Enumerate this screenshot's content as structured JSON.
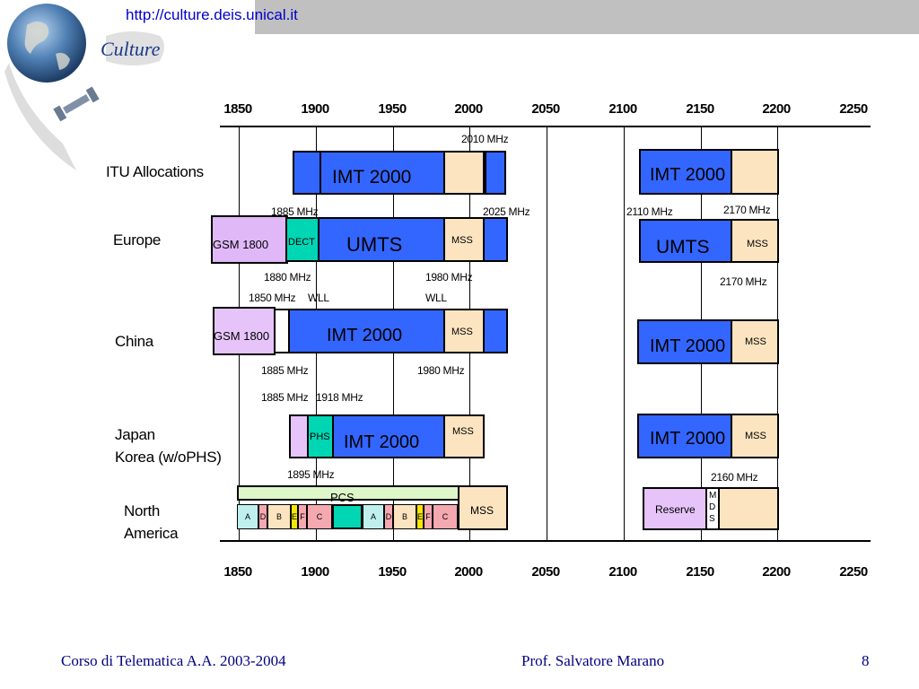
{
  "header": {
    "url": "http://culture.deis.unical.it",
    "logo_text": "Culture"
  },
  "footer": {
    "course": "Corso di Telematica A.A. 2003-2004",
    "professor": "Prof. Salvatore Marano",
    "page_number": "8"
  },
  "axis": {
    "ticks": [
      "1850",
      "1900",
      "1950",
      "2000",
      "2050",
      "2100",
      "2150",
      "2200",
      "2250"
    ]
  },
  "rows": {
    "itu": {
      "label": "ITU Allocations",
      "imt_left": "IMT 2000",
      "imt_right": "IMT 2000",
      "freq_2010": "2010 MHz",
      "freq_1885": "1885 MHz",
      "freq_2025": "2025 MHz",
      "freq_2110": "2110 MHz",
      "freq_2170": "2170 MHz"
    },
    "europe": {
      "label": "Europe",
      "gsm": "GSM 1800",
      "dect": "DECT",
      "umts_left": "UMTS",
      "mss_left": "MSS",
      "umts_right": "UMTS",
      "mss_right": "MSS",
      "freq_1880": "1880 MHz",
      "freq_1980": "1980 MHz",
      "freq_2170": "2170 MHz",
      "freq_1850": "1850 MHz",
      "wll_left": "WLL",
      "wll_right": "WLL"
    },
    "china": {
      "label": "China",
      "gsm": "GSM 1800",
      "imt_left": "IMT 2000",
      "mss_left": "MSS",
      "imt_right": "IMT 2000",
      "mss_right": "MSS",
      "freq_1885": "1885 MHz",
      "freq_1980": "1980 MHz",
      "freq_1885b": "1885 MHz",
      "freq_1918": "1918 MHz"
    },
    "japan": {
      "label_line1": "Japan",
      "label_line2": "Korea (w/oPHS)",
      "phs": "PHS",
      "imt_left": "IMT 2000",
      "mss_left": "MSS",
      "imt_right": "IMT 2000",
      "mss_right": "MSS",
      "freq_1895": "1895 MHz",
      "freq_2160": "2160 MHz"
    },
    "north_america": {
      "label_line1": "North",
      "label_line2": "America",
      "pcs": "PCS",
      "mss": "MSS",
      "reserve": "Reserve",
      "mds": "M D S",
      "sub_a": "A",
      "sub_d": "D",
      "sub_b": "B",
      "sub_e": "E",
      "sub_f": "F",
      "sub_c": "C"
    }
  }
}
